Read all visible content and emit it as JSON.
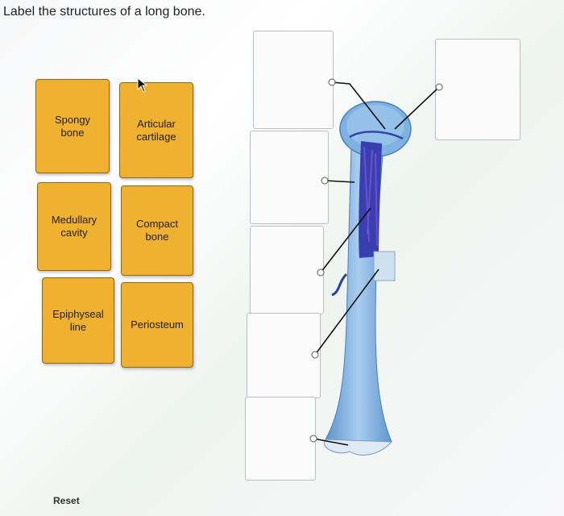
{
  "header": {
    "title": "Label the structures of a long bone."
  },
  "labels": [
    {
      "text": "Spongy\nbone"
    },
    {
      "text": "Articular\ncartilage"
    },
    {
      "text": "Medullary\ncavity"
    },
    {
      "text": "Compact\nbone"
    },
    {
      "text": "Epiphyseal\nline"
    },
    {
      "text": "Periosteum"
    }
  ],
  "drop_targets": [
    {
      "value": ""
    },
    {
      "value": ""
    },
    {
      "value": ""
    },
    {
      "value": ""
    },
    {
      "value": ""
    },
    {
      "value": ""
    }
  ],
  "footer": {
    "reset_label": "Reset"
  },
  "colors": {
    "tile": "#f0b030",
    "bone": "#7fb2e0",
    "marrow": "#3a3fb0"
  }
}
